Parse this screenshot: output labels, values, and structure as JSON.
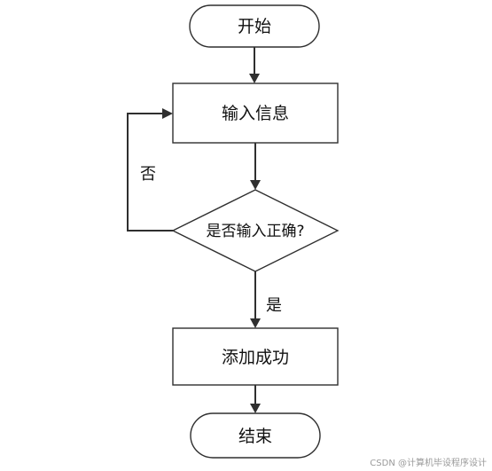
{
  "diagram": {
    "nodes": {
      "start": "开始",
      "input": "输入信息",
      "decision": "是否输入正确?",
      "success": "添加成功",
      "end": "结束"
    },
    "edges": {
      "no_label": "否",
      "yes_label": "是"
    },
    "watermark": "CSDN @计算机毕设程序设计"
  }
}
